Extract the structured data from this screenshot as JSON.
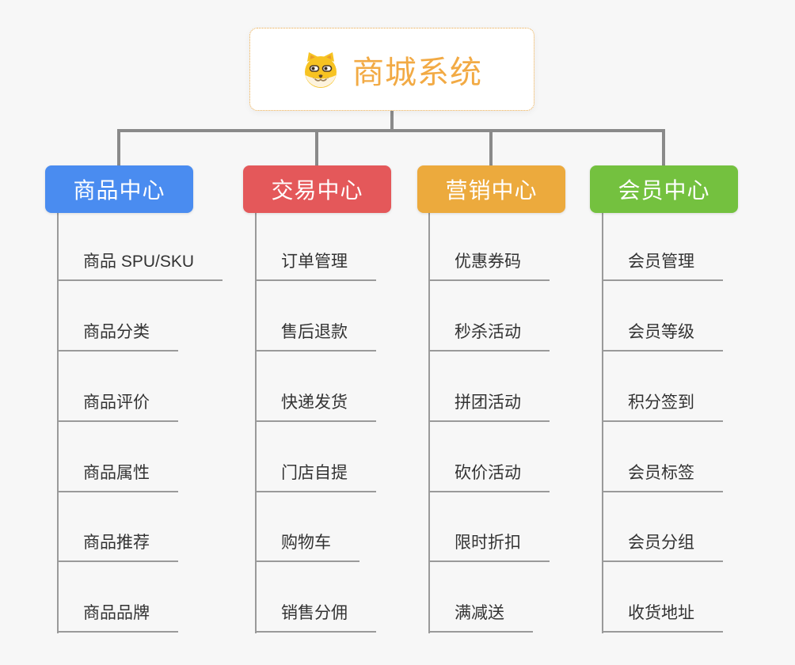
{
  "page": {
    "background_color": "#f7f7f7",
    "connector_color": "#8a8a8a",
    "leaf_line_color": "#9a9a9a"
  },
  "root": {
    "title": "商城系统",
    "icon": "doge-dog-icon",
    "text_color": "#f2aa44",
    "border_color": "#eaa948"
  },
  "tree": {
    "branches": [
      {
        "label": "商品中心",
        "color": "#4a8cf0",
        "items": [
          "商品 SPU/SKU",
          "商品分类",
          "商品评价",
          "商品属性",
          "商品推荐",
          "商品品牌"
        ]
      },
      {
        "label": "交易中心",
        "color": "#e4585a",
        "items": [
          "订单管理",
          "售后退款",
          "快递发货",
          "门店自提",
          "购物车",
          "销售分佣"
        ]
      },
      {
        "label": "营销中心",
        "color": "#ecaa3d",
        "items": [
          "优惠券码",
          "秒杀活动",
          "拼团活动",
          "砍价活动",
          "限时折扣",
          "满减送"
        ]
      },
      {
        "label": "会员中心",
        "color": "#74c13f",
        "items": [
          "会员管理",
          "会员等级",
          "积分签到",
          "会员标签",
          "会员分组",
          "收货地址"
        ]
      }
    ]
  }
}
